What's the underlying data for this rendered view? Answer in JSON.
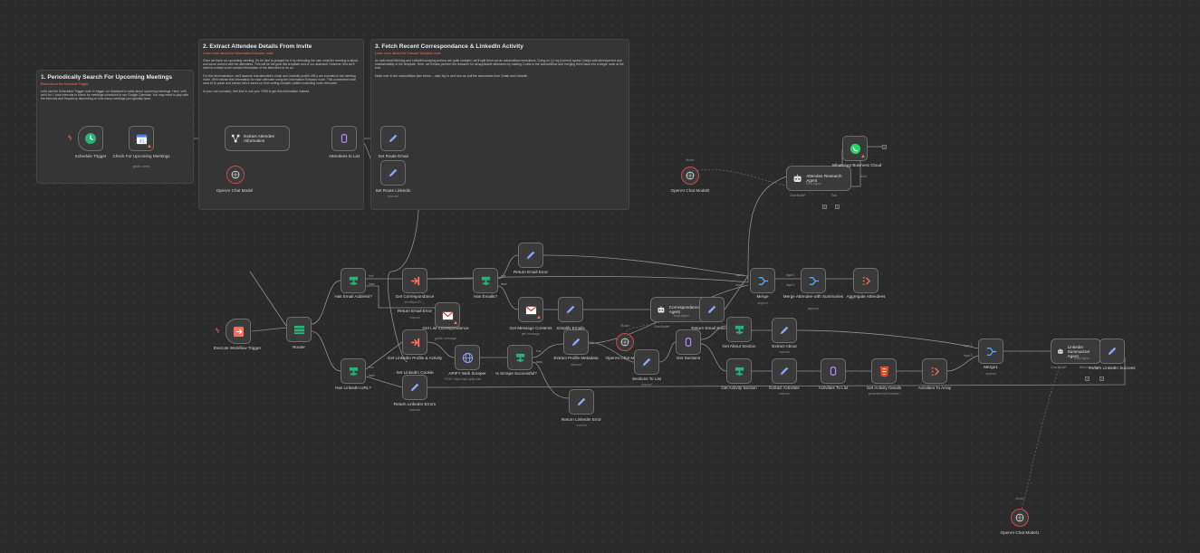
{
  "colors": {
    "canvas": "#2b2b2b",
    "node": "#3a3a3a",
    "accent": "#ff6d5a",
    "edit": "#8aa8ff",
    "router": "#29b37a",
    "ai": "#c3c3c3",
    "whatsapp": "#25d366",
    "error": "#ff5a5a"
  },
  "notes": [
    {
      "title": "1. Periodically Search For Upcoming Meetings",
      "link": "Read about the Schedule Trigger",
      "body": "Let's use the Scheduled Trigger node to trigger our Assistant to notify about upcoming meetings. Here, we'll set it for 1 hour intervals to check for meetings scheduled in our Google Calendar. You may need to play with the intervals and frequency depending on how many meetings you typically have."
    },
    {
      "title": "2. Extract Attendee Details From Invite",
      "link": "Learn more about the Information Extractor node",
      "body": "Once we have our upcoming meeting, it's be nice to prepare for it by reminding the user what the meeting is about and some context with the attendees. This will be the goal this template and of our assistant. However, first we'll need to extract some contact information of the attendees to do so.\n\nFor this demonstration, we'll assume that attendee's email and LinkedIn profile URLs are included in the meeting invite. We'll extract this information for each attendee using the Information Extractor node. This convenient node uses AI to parse and extract which saves us from writing complex pattern matching code otherwise.\n\nIn your own scenario, feel free to use your CRM to get this information instead."
    },
    {
      "title": "3. Fetch Recent Correspondance & LinkedIn Activity",
      "link": "Learn more about the Execute Workflow node",
      "body": "As both email fetching and LinkedIn scraping actions are quite complex, we'll split them out as subworkflow executions. Doing so (1) my (correct) syntax | helps with development and maintainability of the template. Here, we'll make perform the research for all applicable attendees by making 2 calls to the subworkflow and merging them back into a single node at the end.\n\nHead over to the subworkflow (see below -- step 3a) to see how we pull the summaries from Gmail and LinkedIn."
    }
  ],
  "nodes": {
    "schedule_trigger": {
      "label": "Schedule Trigger"
    },
    "check_meetings": {
      "label": "Check For Upcoming Meetings",
      "sub": "getAll: event"
    },
    "extract_attendee": {
      "label": "Extract Attendee Information"
    },
    "openai_model": {
      "label": "OpenAI Chat Model"
    },
    "attendees_to_list": {
      "label": "Attendees to List"
    },
    "set_route_email": {
      "label": "Set Route Email"
    },
    "set_route_linkedin": {
      "label": "Set Route Linkedin",
      "sub": "manual"
    },
    "openai_model2": {
      "label": "OpenAI Chat Model2",
      "tag": "Model"
    },
    "attendee_research_agent": {
      "label": "Attendee Research Agent",
      "sub": "Tools Agent",
      "port": "Chat Model*",
      "port2": "Tool"
    },
    "whatsapp_business": {
      "label": "WhatsApp Business Cloud",
      "sub": "send"
    },
    "execute_workflow_trigger": {
      "label": "Execute Workflow Trigger"
    },
    "router": {
      "label": "Router"
    },
    "has_email": {
      "label": "Has Email Address?",
      "t": "true",
      "f": "false"
    },
    "has_linkedin": {
      "label": "Has LinkedIn URL?",
      "t": "true",
      "f": "false"
    },
    "get_correspondance": {
      "label": "Get Correspondance",
      "sub": "Workflow ID: ..."
    },
    "return_email_error": {
      "label": "Return Email Error",
      "sub": "manual"
    },
    "has_emails": {
      "label": "Has Emails?",
      "t": "true",
      "f": "false"
    },
    "return_email_error2": {
      "label": "Return Email Error"
    },
    "get_list_correspondence": {
      "label": "Get List Correspondence",
      "sub": "getAll: message"
    },
    "get_message_contents": {
      "label": "Get Message Contents",
      "sub": "get: message"
    },
    "simplify_emails": {
      "label": "Simplify Emails"
    },
    "correspondance_recap_agent": {
      "label": "Correspondance Recap Agent",
      "sub": "Tools Agent",
      "port": "Chat Model*"
    },
    "return_email_success": {
      "label": "Return Email Success"
    },
    "merge": {
      "label": "Merge",
      "sub": "append",
      "in1": "Input 1",
      "in2": "Input 2"
    },
    "merge_attendee": {
      "label": "Merge Attendee with Summaries",
      "sub": "append",
      "in1": "Input 1",
      "in2": "Input 2"
    },
    "aggregate_attendees": {
      "label": "Aggregate Attendees"
    },
    "get_linkedin_profile": {
      "label": "Get LinkedIn Profile & Activity"
    },
    "set_linkedin_cookie": {
      "label": "Set LinkedIn Cookie",
      "sub": "manual"
    },
    "return_linkedin_error1": {
      "label": "Return LinkedIn Error1",
      "sub": "manual"
    },
    "apify_scraper": {
      "label": "APIFY Web Scraper",
      "sub": "POST: https://api.apify.com"
    },
    "is_scrape_successful": {
      "label": "Is Scrape Successful?",
      "t": "true",
      "f": "false"
    },
    "extract_profile_metadata": {
      "label": "Extract Profile Metadata",
      "sub": "manual"
    },
    "return_linkedin_error": {
      "label": "Return LinkedIn Error",
      "sub": "manual"
    },
    "openai_model3": {
      "label": "OpenAI Chat Model3",
      "tag": "Model"
    },
    "sections_to_list": {
      "label": "Sections To List",
      "sub": "manual"
    },
    "get_sections": {
      "label": "Get Sections"
    },
    "get_about_section": {
      "label": "Get About Section"
    },
    "extract_about": {
      "label": "Extract About",
      "sub": "manual"
    },
    "get_activity_section": {
      "label": "Get Activity Section"
    },
    "extract_activities": {
      "label": "Extract Activities",
      "sub": "manual"
    },
    "activities_to_list": {
      "label": "Activities To List"
    },
    "get_activity_details": {
      "label": "Get Activity Details",
      "sub": "generateHtmlTemplate"
    },
    "activities_to_array": {
      "label": "Activities To Array"
    },
    "merge1": {
      "label": "Merge1",
      "sub": "append",
      "in1": "Input 1",
      "in2": "Input 2"
    },
    "linkedin_summarizer": {
      "label": "LinkedIn Summarizer Agent",
      "sub": "Tools Agent",
      "port": "Chat Model*",
      "port2": "Memory",
      "port3": "Tool"
    },
    "return_linkedin_success": {
      "label": "Return LinkedIn Success"
    },
    "openai_model1": {
      "label": "OpenAI Chat Model1",
      "tag": "Model"
    }
  }
}
